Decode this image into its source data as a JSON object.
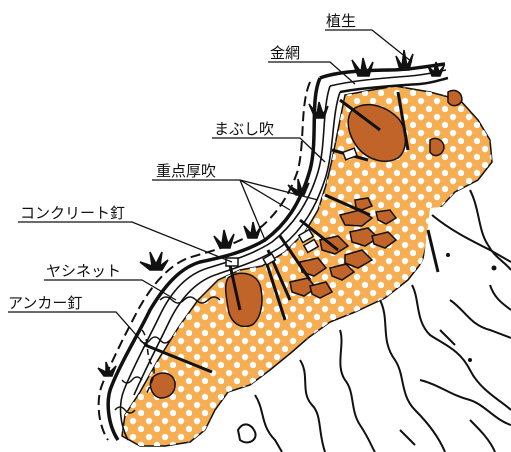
{
  "labels": {
    "vegetation": "植生",
    "wire_mesh": "金網",
    "spray_coat": "まぶし吹",
    "heavy_spray": "重点厚吹",
    "concrete_nail": "コンクリート釘",
    "palm_net": "ヤシネット",
    "anchor_nail": "アンカー釘"
  },
  "colors": {
    "soil_fill": "#F5AE52",
    "rock_fill": "#C0642A",
    "line": "#111111",
    "dots": "#ffffff"
  },
  "icons": {
    "plant": "grass-tuft-icon",
    "rock": "rock-shape-icon"
  }
}
